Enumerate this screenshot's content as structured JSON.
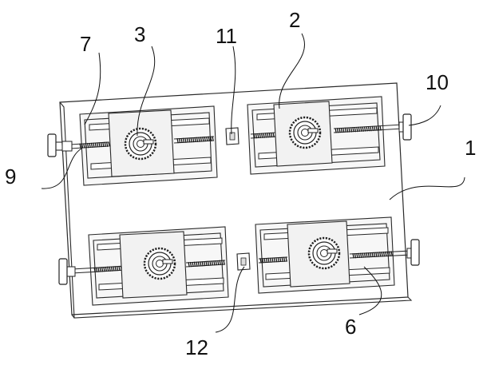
{
  "figure": {
    "callouts": [
      {
        "id": "c7",
        "text": "7"
      },
      {
        "id": "c3",
        "text": "3"
      },
      {
        "id": "c11",
        "text": "11"
      },
      {
        "id": "c2",
        "text": "2"
      },
      {
        "id": "c10",
        "text": "10"
      },
      {
        "id": "c1",
        "text": "1"
      },
      {
        "id": "c9",
        "text": "9"
      },
      {
        "id": "c12",
        "text": "12"
      },
      {
        "id": "c6",
        "text": "6"
      }
    ]
  }
}
